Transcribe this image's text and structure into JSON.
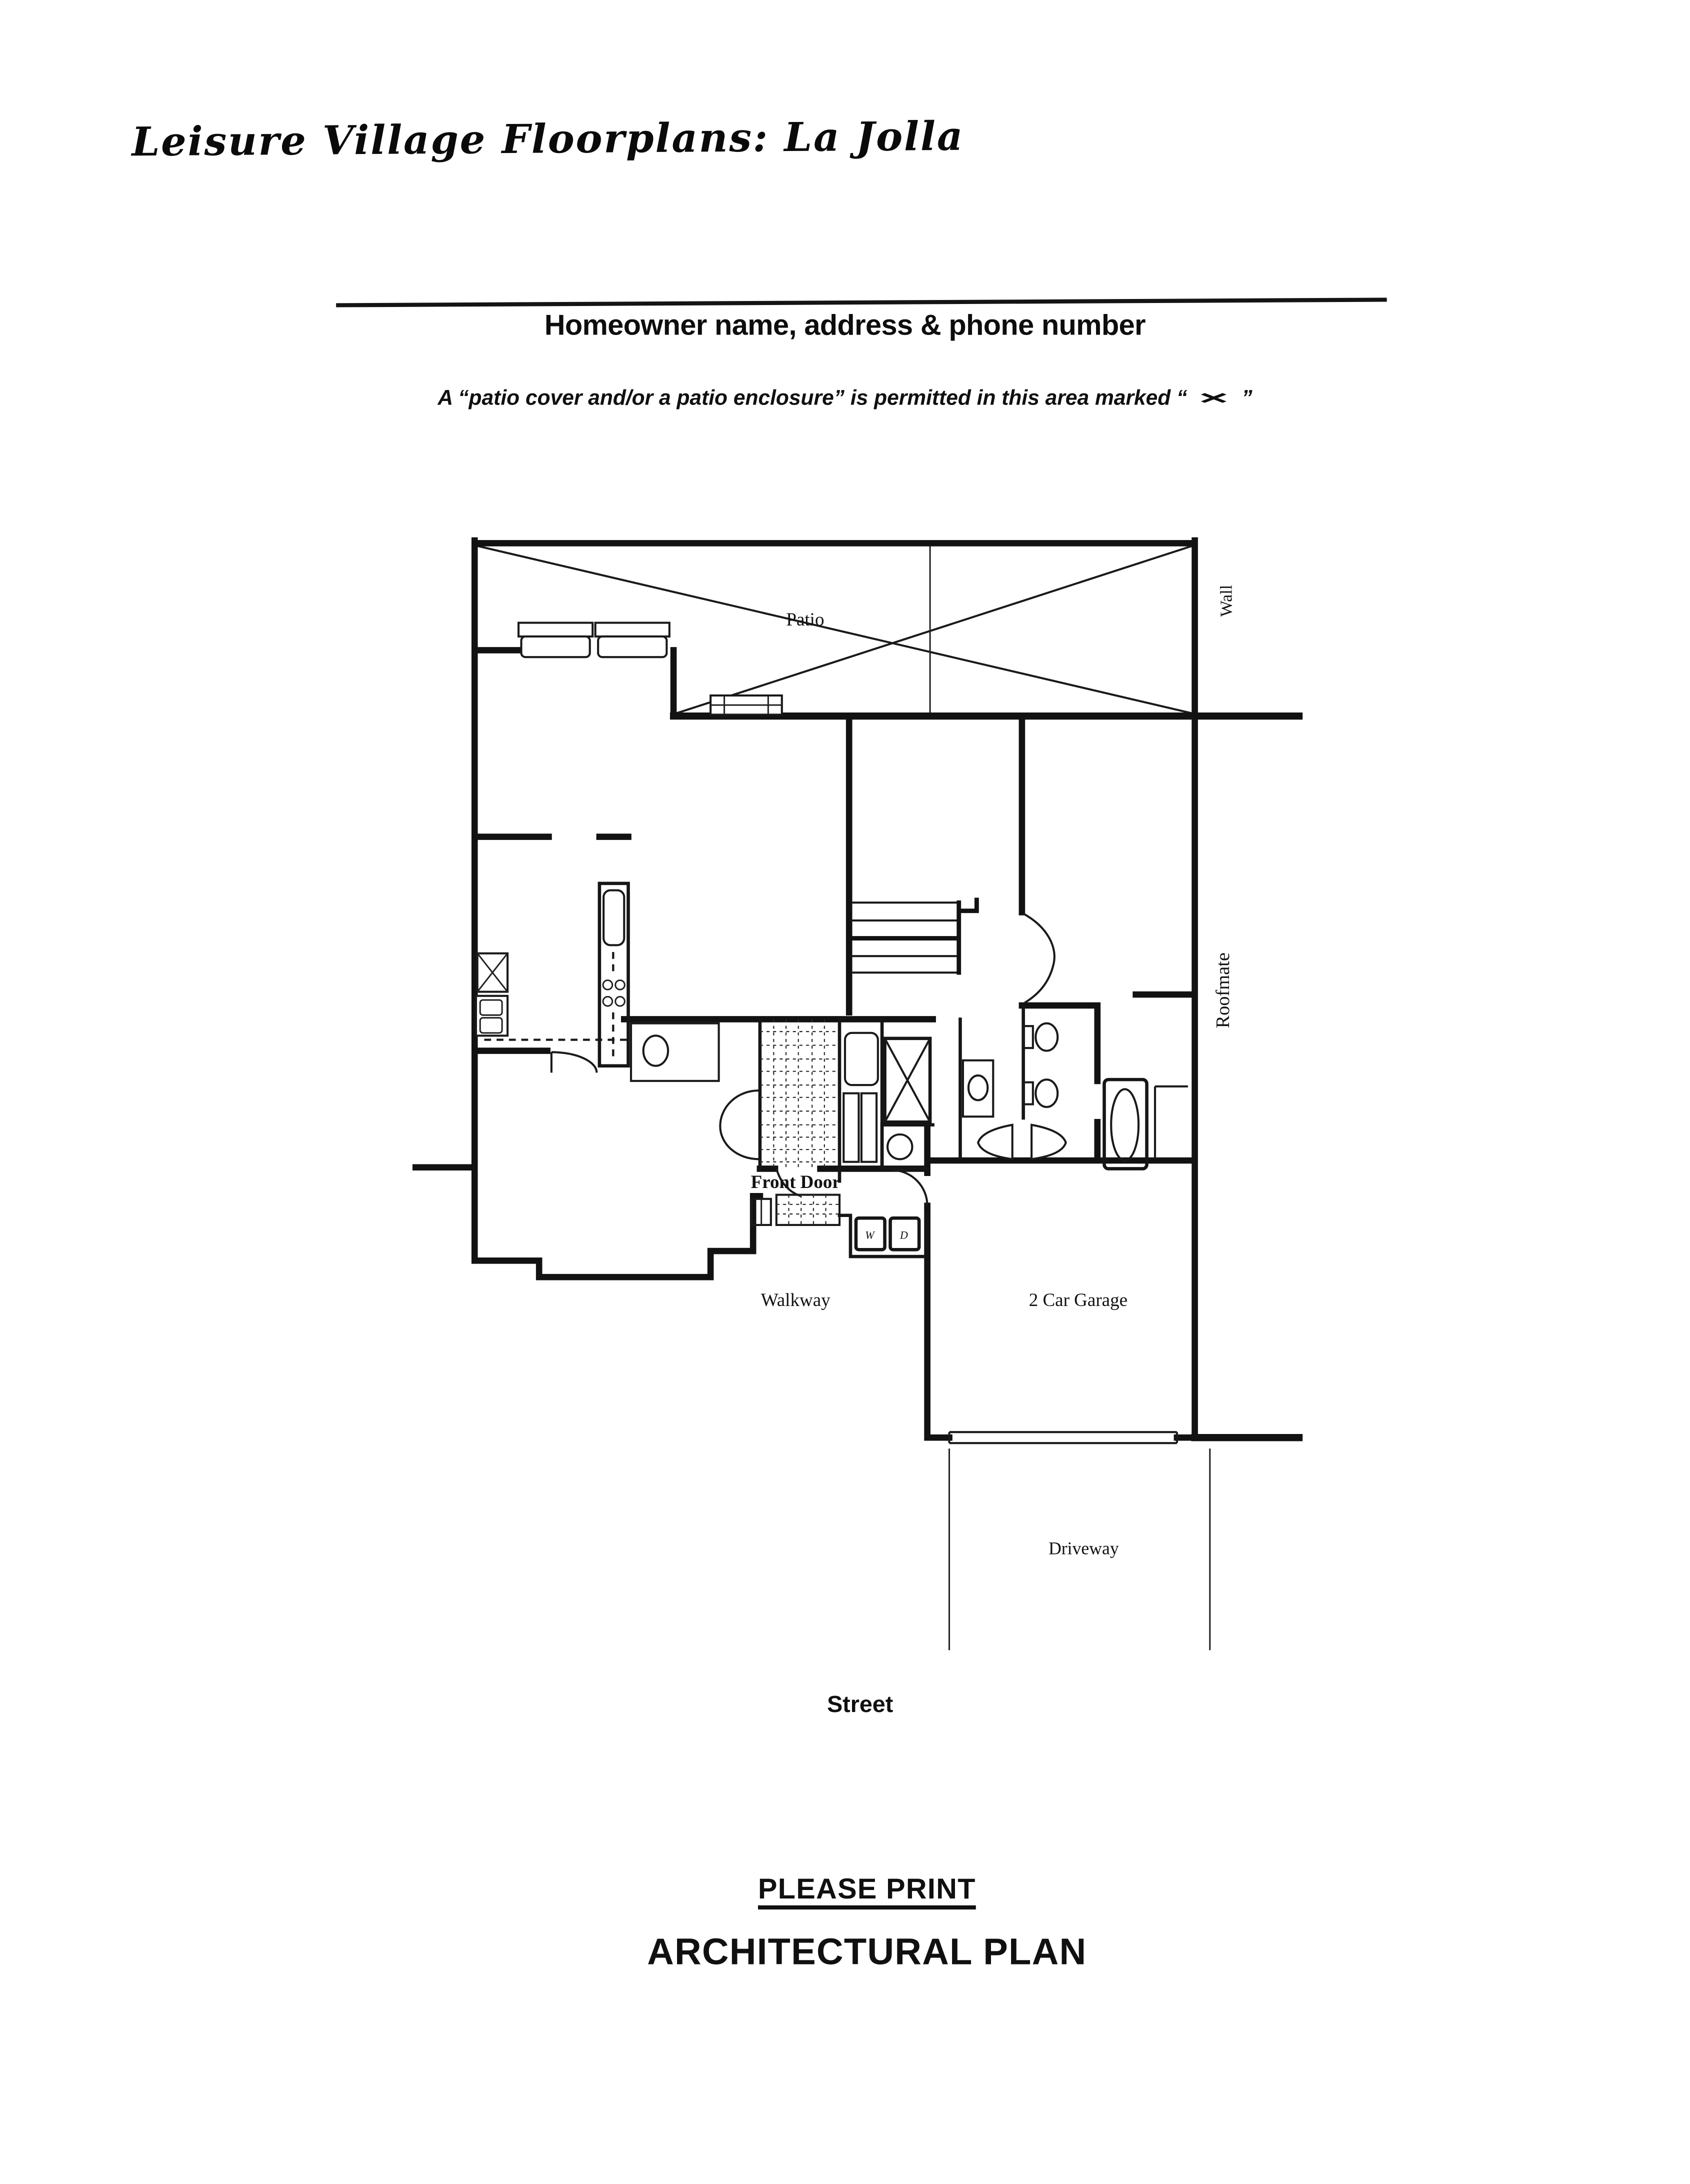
{
  "page": {
    "title": "Leisure Village Floorplans: La Jolla",
    "homeowner_line_label": "Homeowner name, address & phone number",
    "patio_note": {
      "before": "A “patio cover and/or a patio enclosure” is permitted in this area marked “",
      "mark": "✕",
      "after": "”"
    },
    "footer": {
      "please_print": "PLEASE PRINT",
      "plan_title": "ARCHITECTURAL PLAN"
    }
  },
  "floorplan": {
    "labels": {
      "patio": "Patio",
      "wall": "Wall",
      "roofmate": "Roofmate",
      "front_door": "Front Door",
      "walkway": "Walkway",
      "garage": "2 Car Garage",
      "driveway": "Driveway",
      "street": "Street",
      "washer": "W",
      "dryer": "D"
    }
  }
}
